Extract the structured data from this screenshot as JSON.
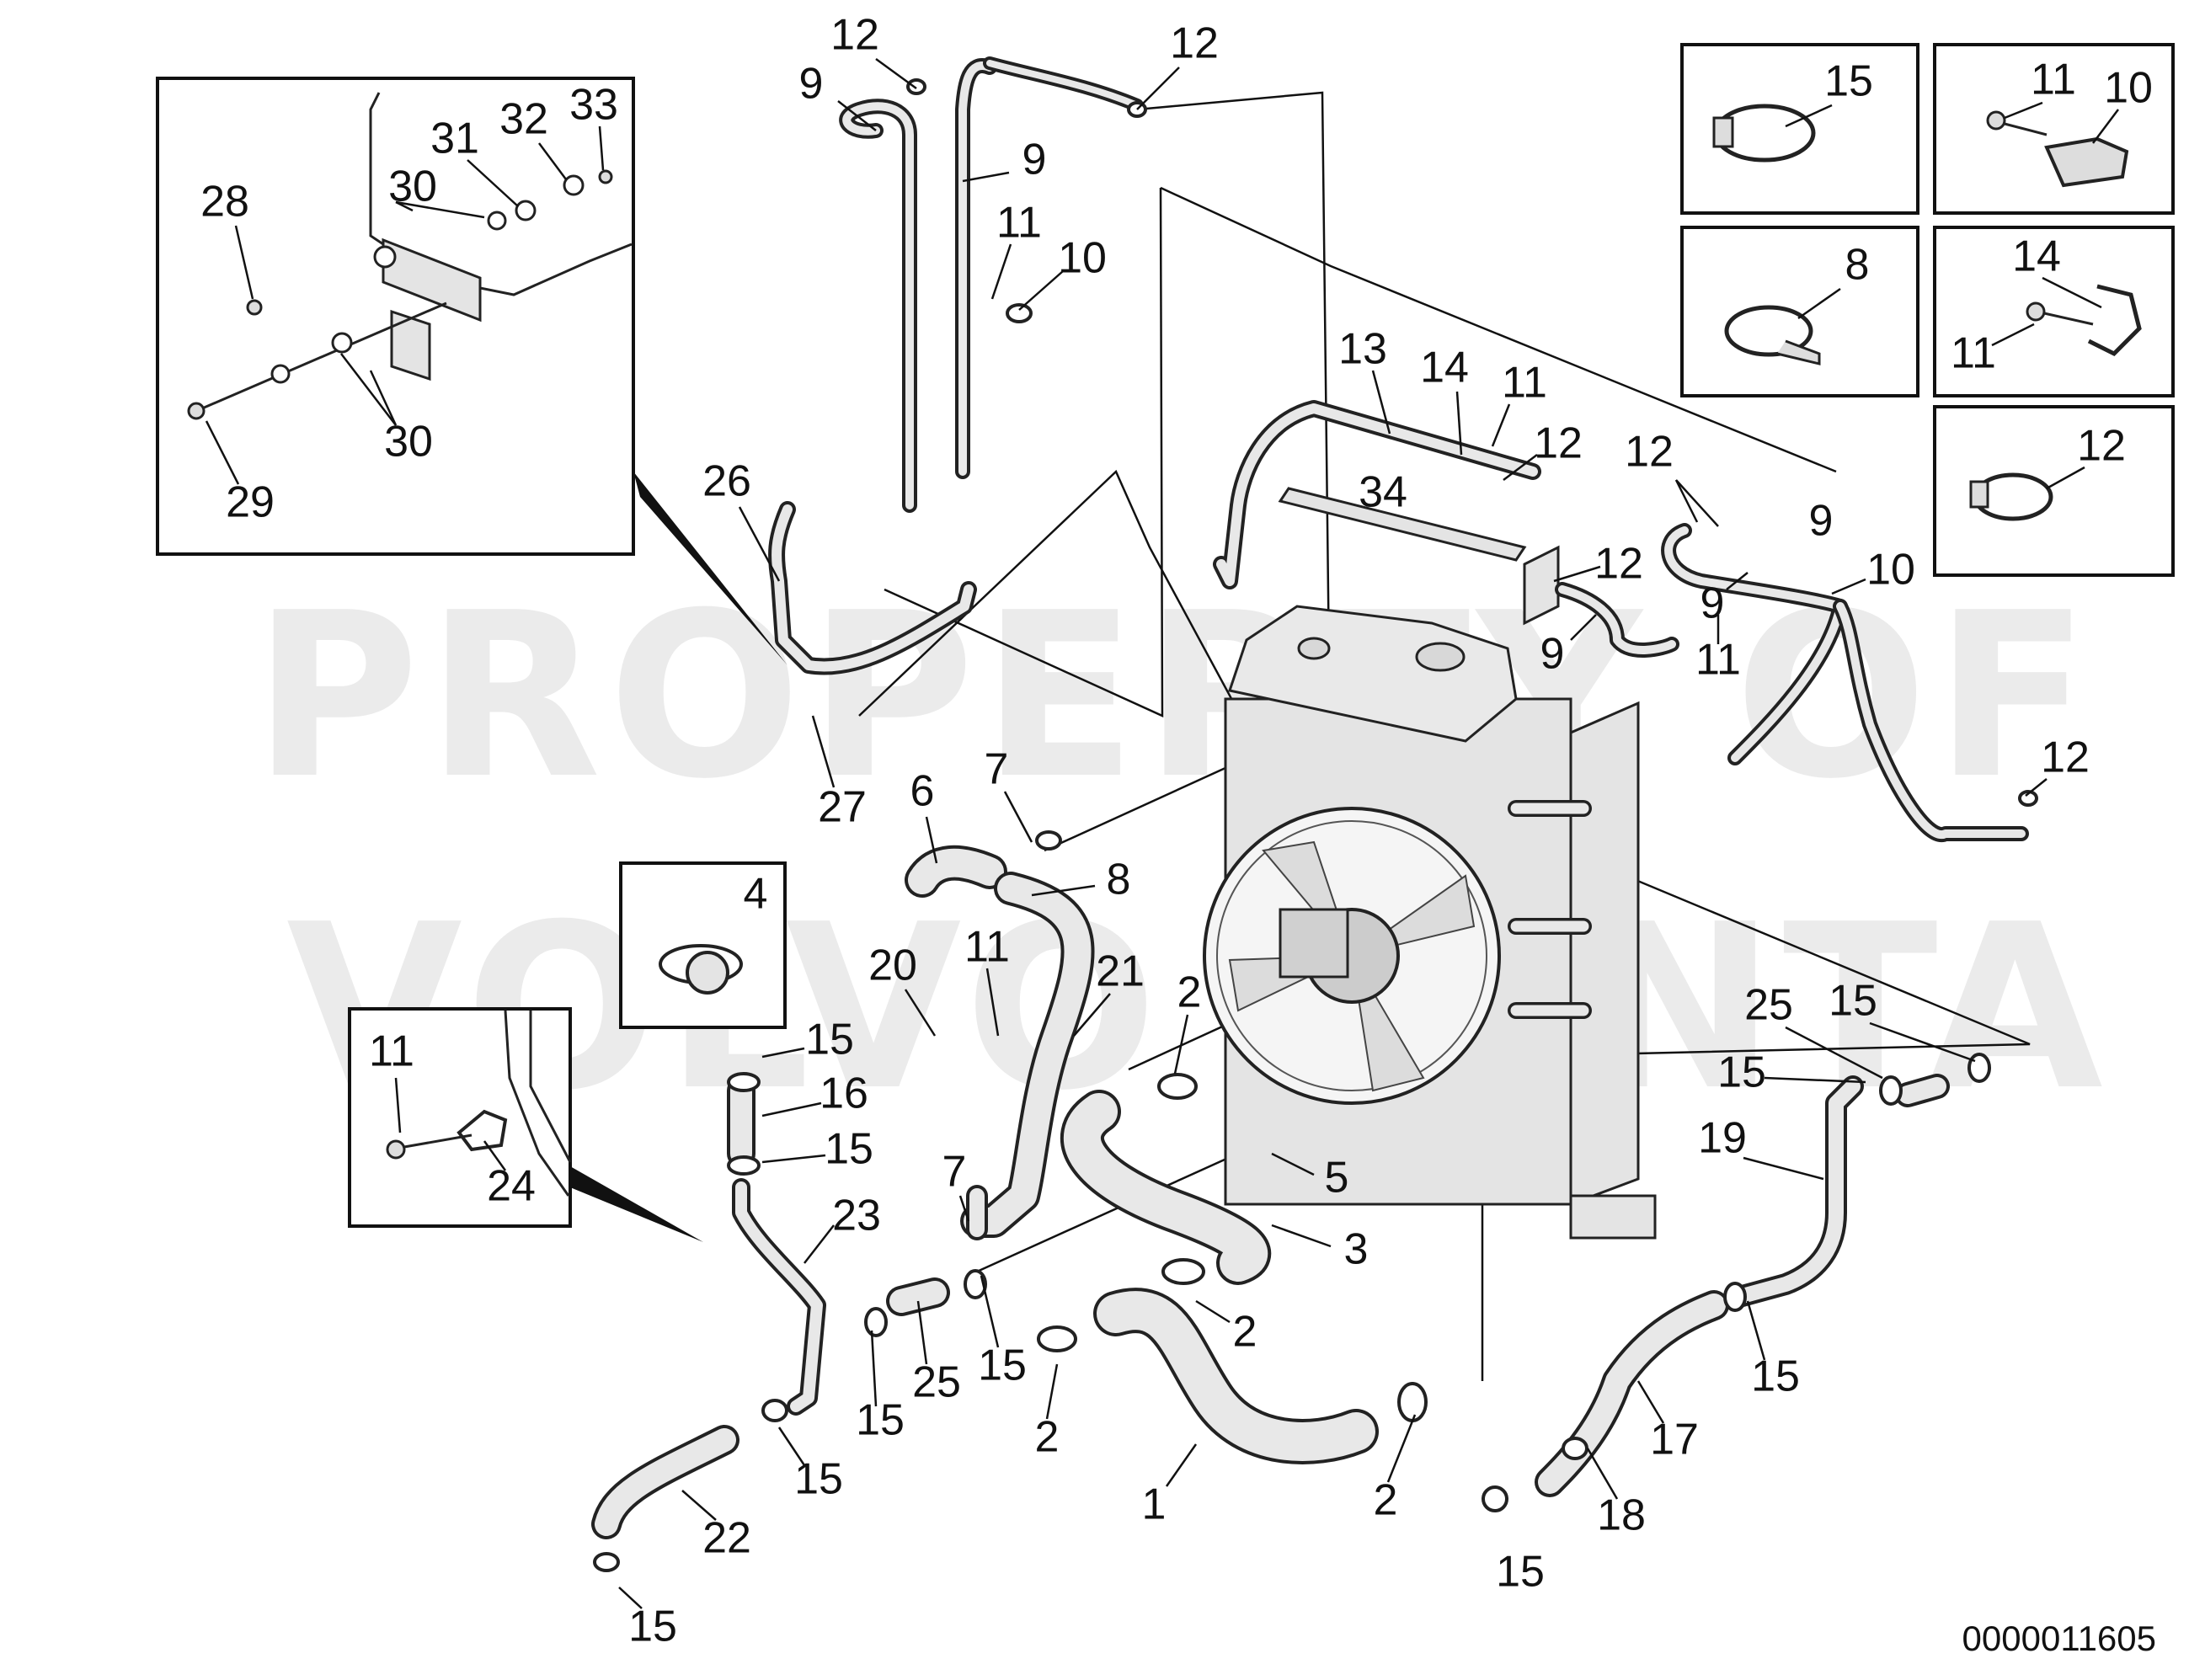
{
  "document_number": "0000011605",
  "watermark": {
    "line1": "PROPERTY OF",
    "line2": "VOLVO PENTA"
  },
  "callouts": [
    {
      "id": "c1",
      "text": "12"
    },
    {
      "id": "c2",
      "text": "9"
    },
    {
      "id": "c3",
      "text": "12"
    },
    {
      "id": "c4",
      "text": "9"
    },
    {
      "id": "c5",
      "text": "11"
    },
    {
      "id": "c6",
      "text": "10"
    },
    {
      "id": "c7",
      "text": "13"
    },
    {
      "id": "c8",
      "text": "14"
    },
    {
      "id": "c9",
      "text": "11"
    },
    {
      "id": "c10",
      "text": "12"
    },
    {
      "id": "c11",
      "text": "34"
    },
    {
      "id": "c12",
      "text": "12"
    },
    {
      "id": "c13",
      "text": "12"
    },
    {
      "id": "c14",
      "text": "9"
    },
    {
      "id": "c15",
      "text": "10"
    },
    {
      "id": "c16",
      "text": "9"
    },
    {
      "id": "c17",
      "text": "11"
    },
    {
      "id": "c18",
      "text": "9"
    },
    {
      "id": "c19",
      "text": "12"
    },
    {
      "id": "c20",
      "text": "26"
    },
    {
      "id": "c21",
      "text": "27"
    },
    {
      "id": "c22",
      "text": "6"
    },
    {
      "id": "c23",
      "text": "7"
    },
    {
      "id": "c24",
      "text": "8"
    },
    {
      "id": "c25",
      "text": "4"
    },
    {
      "id": "c26",
      "text": "20"
    },
    {
      "id": "c27",
      "text": "11"
    },
    {
      "id": "c28",
      "text": "21"
    },
    {
      "id": "c29",
      "text": "2"
    },
    {
      "id": "c30",
      "text": "7"
    },
    {
      "id": "c31",
      "text": "5"
    },
    {
      "id": "c32",
      "text": "3"
    },
    {
      "id": "c33",
      "text": "2"
    },
    {
      "id": "c34",
      "text": "2"
    },
    {
      "id": "c35",
      "text": "1"
    },
    {
      "id": "c36",
      "text": "2"
    },
    {
      "id": "c37",
      "text": "15"
    },
    {
      "id": "c38",
      "text": "16"
    },
    {
      "id": "c39",
      "text": "15"
    },
    {
      "id": "c40",
      "text": "23"
    },
    {
      "id": "c41",
      "text": "15"
    },
    {
      "id": "c42",
      "text": "25"
    },
    {
      "id": "c43",
      "text": "15"
    },
    {
      "id": "c44",
      "text": "15"
    },
    {
      "id": "c45",
      "text": "22"
    },
    {
      "id": "c46",
      "text": "15"
    },
    {
      "id": "c47",
      "text": "25"
    },
    {
      "id": "c48",
      "text": "15"
    },
    {
      "id": "c49",
      "text": "15"
    },
    {
      "id": "c50",
      "text": "19"
    },
    {
      "id": "c51",
      "text": "15"
    },
    {
      "id": "c52",
      "text": "17"
    },
    {
      "id": "c53",
      "text": "18"
    },
    {
      "id": "c54",
      "text": "15"
    },
    {
      "id": "c55",
      "text": "11"
    },
    {
      "id": "c56",
      "text": "24"
    },
    {
      "id": "i1",
      "text": "28"
    },
    {
      "id": "i2",
      "text": "30"
    },
    {
      "id": "i3",
      "text": "31"
    },
    {
      "id": "i4",
      "text": "32"
    },
    {
      "id": "i5",
      "text": "33"
    },
    {
      "id": "i6",
      "text": "30"
    },
    {
      "id": "i7",
      "text": "29"
    },
    {
      "id": "b1",
      "text": "15"
    },
    {
      "id": "b2",
      "text": "11"
    },
    {
      "id": "b3",
      "text": "10"
    },
    {
      "id": "b4",
      "text": "8"
    },
    {
      "id": "b5",
      "text": "14"
    },
    {
      "id": "b6",
      "text": "11"
    },
    {
      "id": "b7",
      "text": "12"
    }
  ]
}
